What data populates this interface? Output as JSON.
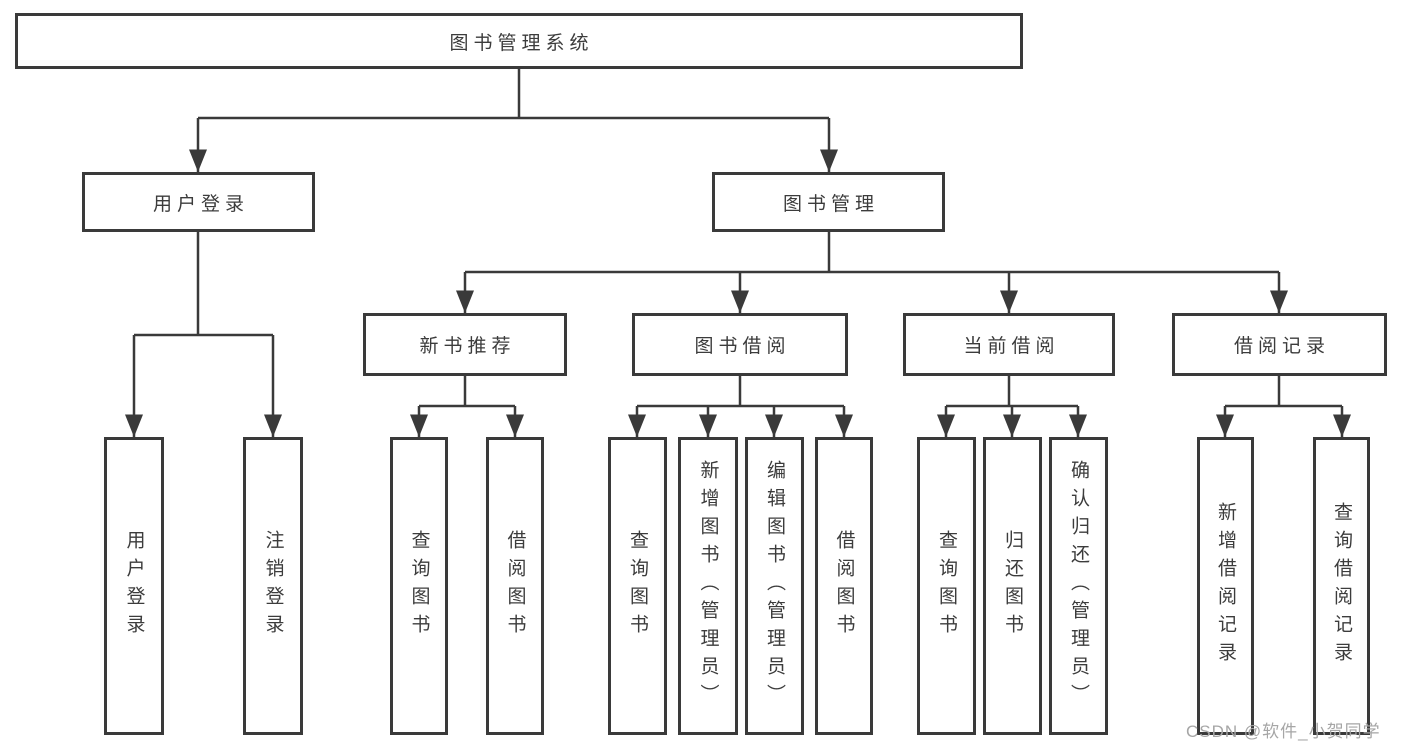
{
  "diagram": {
    "type": "hierarchy",
    "root": "图书管理系统",
    "level2": [
      "用户登录",
      "图书管理"
    ],
    "level3": [
      "新书推荐",
      "图书借阅",
      "当前借阅",
      "借阅记录"
    ],
    "leaves": {
      "user": [
        "用户登录",
        "注销登录"
      ],
      "newbook": [
        "查询图书",
        "借阅图书"
      ],
      "borrow": [
        "查询图书",
        "新增图书（管理员）",
        "编辑图书（管理员）",
        "借阅图书"
      ],
      "current": [
        "查询图书",
        "归还图书",
        "确认归还（管理员）"
      ],
      "records": [
        "新增借阅记录",
        "查询借阅记录"
      ]
    },
    "hierarchy": {
      "图书管理系统": {
        "用户登录": [
          "用户登录",
          "注销登录"
        ],
        "图书管理": {
          "新书推荐": [
            "查询图书",
            "借阅图书"
          ],
          "图书借阅": [
            "查询图书",
            "新增图书（管理员）",
            "编辑图书（管理员）",
            "借阅图书"
          ],
          "当前借阅": [
            "查询图书",
            "归还图书",
            "确认归还（管理员）"
          ],
          "借阅记录": [
            "新增借阅记录",
            "查询借阅记录"
          ]
        }
      }
    },
    "watermark": "CSDN @软件_小贺同学"
  },
  "colors": {
    "line": "#3a3a3a",
    "text": "#3c3c3c",
    "watermark": "#a6a6a6",
    "background": "#ffffff"
  }
}
